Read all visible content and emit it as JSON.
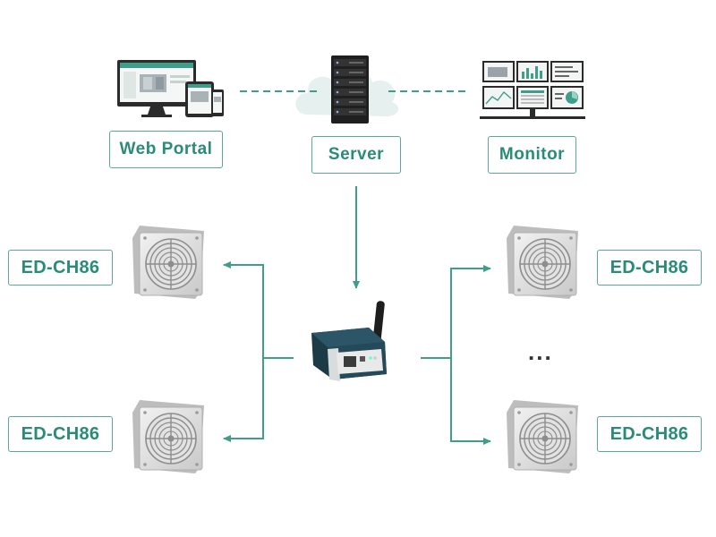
{
  "nodes": {
    "web_portal": {
      "label": "Web Portal",
      "icon": "web-portal-devices-icon"
    },
    "server": {
      "label": "Server",
      "icon": "server-cloud-icon"
    },
    "monitor": {
      "label": "Monitor",
      "icon": "multi-monitor-dashboard-icon"
    },
    "gateway": {
      "icon": "wireless-gateway-icon"
    },
    "sensors": [
      {
        "id": "left-top",
        "label": "ED-CH86",
        "icon": "fan-sensor-icon"
      },
      {
        "id": "left-bottom",
        "label": "ED-CH86",
        "icon": "fan-sensor-icon"
      },
      {
        "id": "right-top",
        "label": "ED-CH86",
        "icon": "fan-sensor-icon"
      },
      {
        "id": "right-bottom",
        "label": "ED-CH86",
        "icon": "fan-sensor-icon"
      }
    ],
    "ellipsis": "..."
  },
  "edges": [
    {
      "from": "web_portal",
      "to": "server",
      "style": "dashed"
    },
    {
      "from": "server",
      "to": "monitor",
      "style": "dashed"
    },
    {
      "from": "server",
      "to": "gateway",
      "style": "arrow"
    },
    {
      "from": "gateway",
      "to": "left-top",
      "style": "arrow"
    },
    {
      "from": "gateway",
      "to": "left-bottom",
      "style": "arrow"
    },
    {
      "from": "gateway",
      "to": "right-top",
      "style": "arrow"
    },
    {
      "from": "gateway",
      "to": "right-bottom",
      "style": "arrow"
    }
  ],
  "colors": {
    "accent": "#2a8c78",
    "line": "#3f9e8a",
    "cloud": "#e6f0ee",
    "device_gray": "#dcdcdc"
  }
}
